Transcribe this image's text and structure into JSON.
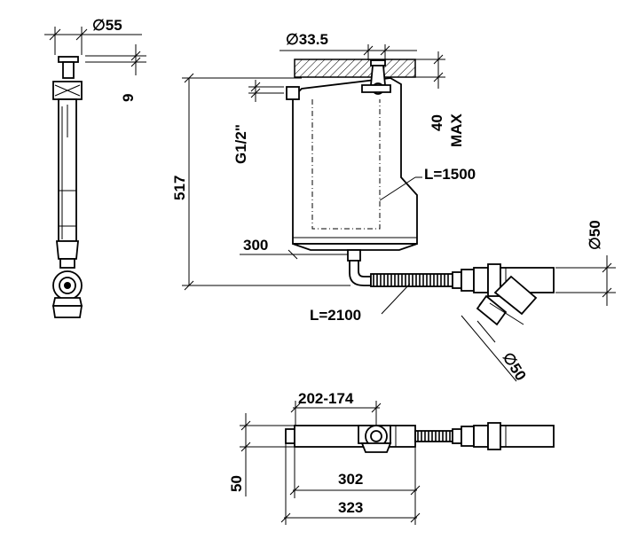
{
  "labels": {
    "dia55": "∅55",
    "dim9": "9",
    "dia33_5": "∅33.5",
    "max40": "40",
    "max_word": "MAX",
    "thread": "G1/2\"",
    "height517": "517",
    "len1500": "L=1500",
    "dim300": "300",
    "len2100": "L=2100",
    "dia50_top": "∅50",
    "dia50_diag": "∅50",
    "range202_174": "202-174",
    "dim50_plan": "50",
    "dim302": "302",
    "dim323": "323"
  }
}
